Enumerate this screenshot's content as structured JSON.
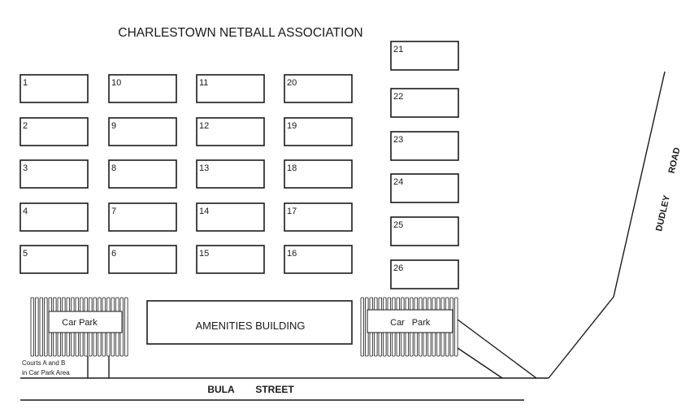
{
  "title": "CHARLESTOWN NETBALL ASSOCIATION",
  "courts": [
    "1",
    "2",
    "3",
    "4",
    "5",
    "6",
    "7",
    "8",
    "9",
    "10",
    "11",
    "12",
    "13",
    "14",
    "15",
    "16",
    "17",
    "18",
    "19",
    "20",
    "21",
    "22",
    "23",
    "24",
    "25",
    "26"
  ],
  "amenities": "AMENITIES BUILDING",
  "car_park_left": "Car Park",
  "car_park_right_word1": "Car",
  "car_park_right_word2": "Park",
  "courts_note_line1": "Courts A and B",
  "courts_note_line2": "in Car Park Area",
  "street_word1": "BULA",
  "street_word2": "STREET",
  "road_word1": "DUDLEY",
  "road_word2": "ROAD"
}
